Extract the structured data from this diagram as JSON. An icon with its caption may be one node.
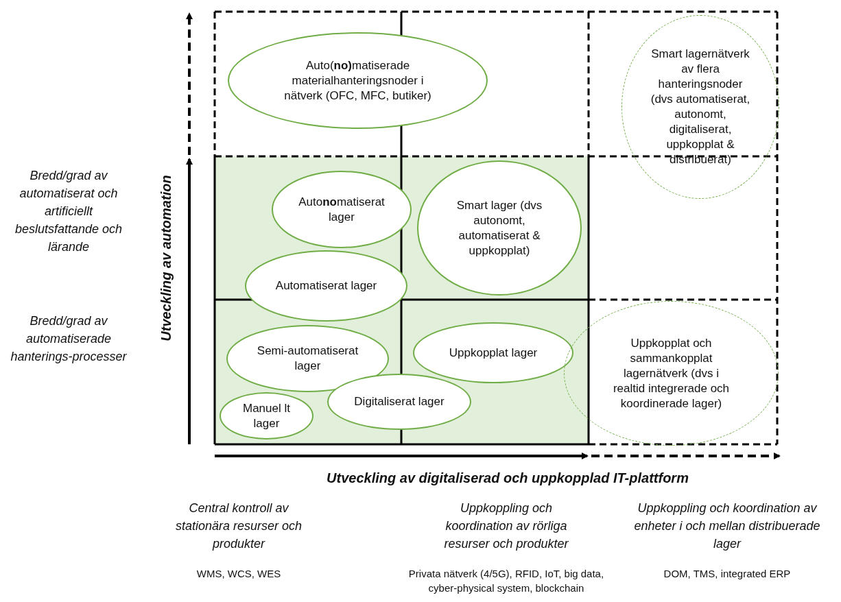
{
  "diagram": {
    "nodes": [
      {
        "text": [
          "Auto(**no)**matiserade materialhanteringsnoder i nätverk (OFC, MFC, butiker)"
        ]
      },
      {
        "text": [
          "Smart lagernätverk av flera hanteringsnoder (dvs automatiserat, autonomt, digitaliserat, uppkopplat & distribuerat)"
        ]
      },
      {
        "text": [
          "Auto**no**matiserat lager"
        ]
      },
      {
        "text": [
          "Smart lager (dvs autonomt, automatiserat & uppkopplat)"
        ]
      },
      {
        "text": [
          "Automatiserat lager"
        ]
      },
      {
        "text": [
          "Semi-automatiserat lager"
        ]
      },
      {
        "text": [
          "Uppkopplat lager"
        ]
      },
      {
        "text": [
          "Uppkopplat och sammankopplat lagernätverk (dvs i realtid integrerade och koordinerade lager)"
        ]
      },
      {
        "text": [
          "Digitaliserat lager"
        ]
      },
      {
        "text": [
          "Manuel lt lager"
        ]
      }
    ],
    "labels": [
      "Bredd/grad av automatiserat och artificiellt beslutsfattande och lärande",
      "Utveckling av automation",
      "Bredd/grad av automatiserade hanterings-processer",
      "Utveckling av digitaliserad och uppkopplad IT-plattform",
      "Central kontroll av stationära resurser och produkter",
      "Uppkoppling och koordination av rörliga resurser och produkter",
      "Uppkoppling och koordination av enheter i och mellan distribuerade lager",
      "WMS, WCS, WES",
      "Privata nätverk (4/5G), RFID, IoT, big data, cyber-physical system, blockchain",
      "DOM, TMS, integrated ERP"
    ]
  }
}
